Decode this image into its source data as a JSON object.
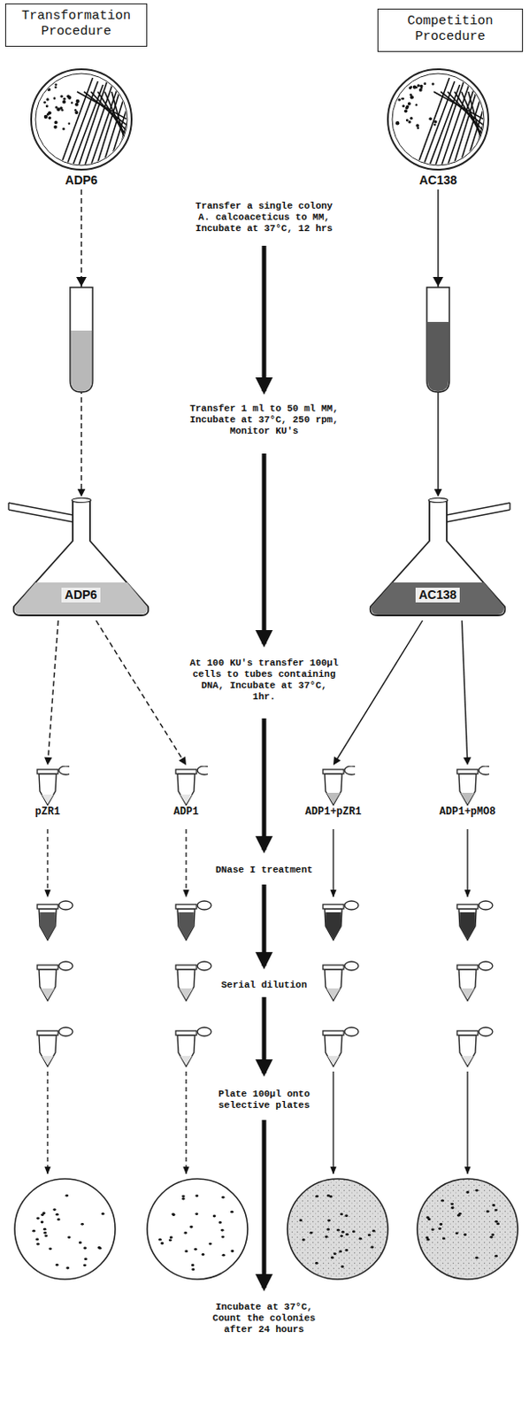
{
  "diagram": {
    "nodes": [
      {
        "text": [
          "Transformation Procedure"
        ]
      },
      {
        "text": [
          "Competition Procedure"
        ]
      },
      {
        "text": [
          "ADP6"
        ]
      },
      {
        "text": [
          "AC138"
        ]
      },
      {
        "text": [
          "ADP6"
        ]
      },
      {
        "text": [
          "AC138"
        ]
      },
      {
        "text": [
          "pZR1"
        ]
      },
      {
        "text": [
          "ADP1"
        ]
      },
      {
        "text": [
          "ADP1+pZR1"
        ]
      },
      {
        "text": [
          "ADP1+pMO8"
        ]
      }
    ],
    "edges": [
      {
        "from": 2,
        "to": 4,
        "arrow": "to"
      },
      {
        "from": 3,
        "to": 5,
        "arrow": "to"
      },
      {
        "from": 4,
        "to": 6,
        "arrow": "to"
      },
      {
        "from": 4,
        "to": 7,
        "arrow": "to"
      },
      {
        "from": 5,
        "to": 8,
        "arrow": "to"
      },
      {
        "from": 5,
        "to": 9,
        "arrow": "to"
      }
    ],
    "labels": [
      "Transfer a single colony A. calcoaceticus to MM, Incubate at 37°C, 12 hrs",
      "Transfer 1 ml to 50 ml MM, Incubate at 37°C, 250 rpm, Monitor KU's",
      "At 100 KU's transfer 100µl cells to tubes containing DNA, Incubate at 37°C, 1hr.",
      "DNase I treatment",
      "Serial dilution",
      "Plate 100µl onto selective plates",
      "Incubate at 37°C, Count the colonies after 24 hours"
    ]
  }
}
